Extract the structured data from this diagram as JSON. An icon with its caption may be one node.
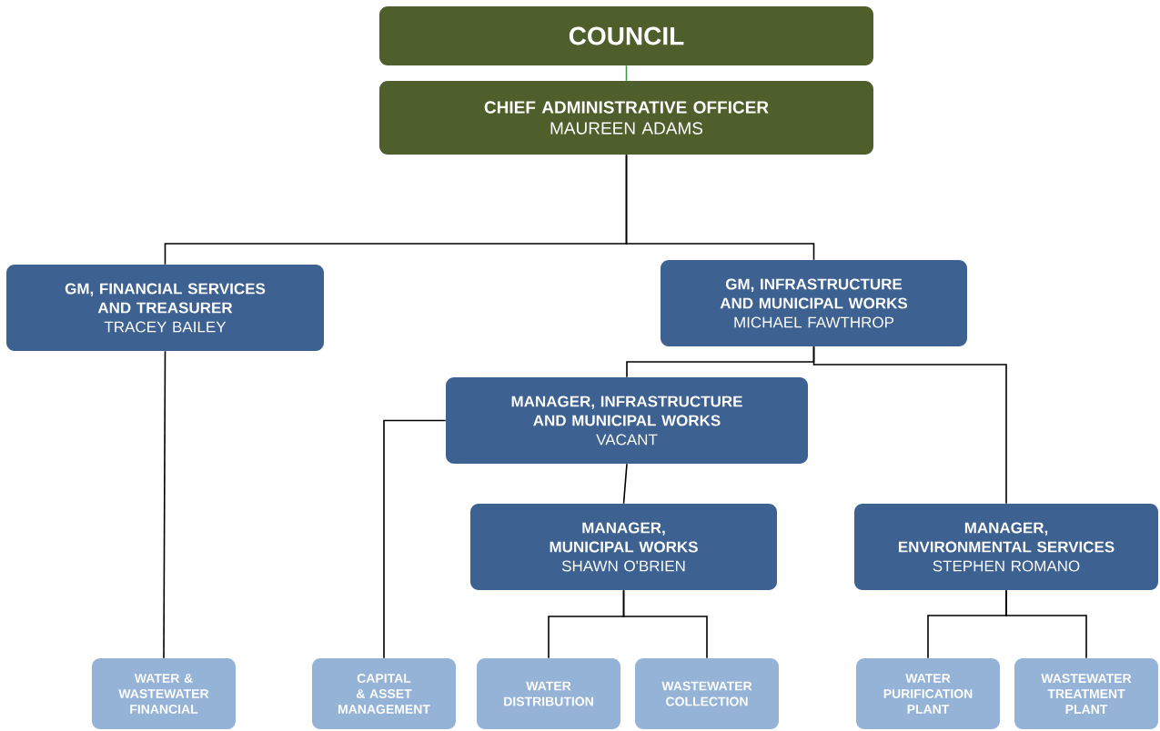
{
  "diagram": {
    "nodes": [
      {
        "text": [
          "COUNCIL"
        ]
      },
      {
        "text": [
          "CHIEF ADMINISTRATIVE OFFICER",
          "MAUREEN ADAMS"
        ]
      },
      {
        "text": [
          "GM, FINANCIAL SERVICES AND TREASURER",
          "TRACEY BAILEY"
        ]
      },
      {
        "text": [
          "GM, INFRASTRUCTURE AND MUNICIPAL WORKS",
          "MICHAEL FAWTHROP"
        ]
      },
      {
        "text": [
          "MANAGER, INFRASTRUCTURE AND MUNICIPAL WORKS",
          "VACANT"
        ]
      },
      {
        "text": [
          "MANAGER, MUNICIPAL WORKS",
          "SHAWN O'BRIEN"
        ]
      },
      {
        "text": [
          "MANAGER, ENVIRONMENTAL SERVICES",
          "STEPHEN ROMANO"
        ]
      },
      {
        "text": [
          "WATER & WASTEWATER FINANCIAL"
        ]
      },
      {
        "text": [
          "CAPITAL & ASSET MANAGEMENT"
        ]
      },
      {
        "text": [
          "WATER DISTRIBUTION"
        ]
      },
      {
        "text": [
          "WASTEWATER COLLECTION"
        ]
      },
      {
        "text": [
          "WATER PURIFICATION PLANT"
        ]
      },
      {
        "text": [
          "WASTEWATER TREATMENT PLANT"
        ]
      }
    ],
    "edges": [
      {
        "from": 0,
        "to": 1,
        "arrow": "none",
        "color": "#3f9a3f"
      },
      {
        "from": 1,
        "to": 2,
        "arrow": "none"
      },
      {
        "from": 1,
        "to": 3,
        "arrow": "none"
      },
      {
        "from": 2,
        "to": 7,
        "arrow": "none"
      },
      {
        "from": 3,
        "to": 4,
        "arrow": "none"
      },
      {
        "from": 3,
        "to": 6,
        "arrow": "none"
      },
      {
        "from": 4,
        "to": 8,
        "arrow": "none"
      },
      {
        "from": 4,
        "to": 5,
        "arrow": "none"
      },
      {
        "from": 5,
        "to": 9,
        "arrow": "none"
      },
      {
        "from": 5,
        "to": 10,
        "arrow": "none"
      },
      {
        "from": 6,
        "to": 11,
        "arrow": "none"
      },
      {
        "from": 6,
        "to": 12,
        "arrow": "none"
      }
    ]
  }
}
